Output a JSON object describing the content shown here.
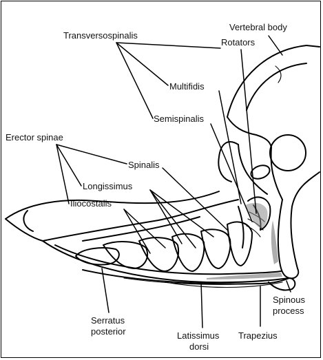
{
  "labels": {
    "vertebral_body": "Vertebral body",
    "transversospinalis": "Transversospinalis",
    "rotators": "Rotators",
    "multifidis": "Multifidis",
    "semispinalis": "Semispinalis",
    "erector_spinae": "Erector spinae",
    "spinalis": "Spinalis",
    "longissimus": "Longissimus",
    "iliocostalis": "Iliocostalis",
    "serratus_line1": "Serratus",
    "serratus_line2": "posterior",
    "latissimus_line1": "Latissimus",
    "latissimus_line2": "dorsi",
    "trapezius": "Trapezius",
    "spinous_line1": "Spinous",
    "spinous_line2": "process"
  },
  "colors": {
    "line": "#000000",
    "background": "#ffffff",
    "stipple": "#8a8a8a"
  }
}
